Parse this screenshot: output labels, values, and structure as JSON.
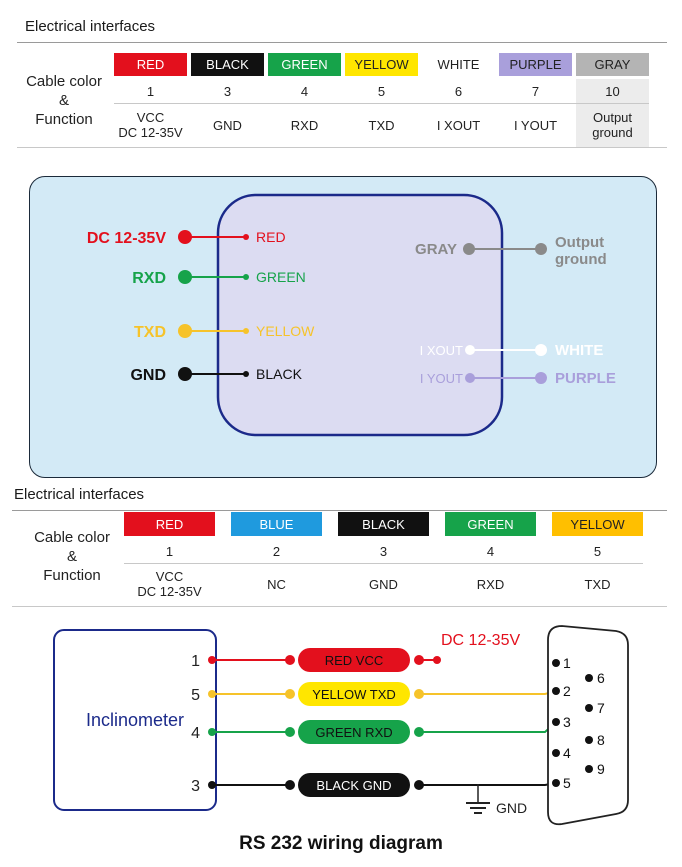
{
  "table1": {
    "title": "Electrical interfaces",
    "row_label": [
      "Cable color",
      "&",
      "Function"
    ],
    "columns": [
      {
        "color_name": "RED",
        "bg": "#e3101d",
        "fg": "#ffffff",
        "pin": "1",
        "function": [
          "VCC",
          "DC 12-35V"
        ]
      },
      {
        "color_name": "BLACK",
        "bg": "#111111",
        "fg": "#ffffff",
        "pin": "3",
        "function": [
          "GND"
        ]
      },
      {
        "color_name": "GREEN",
        "bg": "#16a34a",
        "fg": "#ffffff",
        "pin": "4",
        "function": [
          "RXD"
        ]
      },
      {
        "color_name": "YELLOW",
        "bg": "#ffe600",
        "fg": "#222222",
        "pin": "5",
        "function": [
          "TXD"
        ]
      },
      {
        "color_name": "WHITE",
        "bg": "#ffffff",
        "fg": "#222222",
        "pin": "6",
        "function": [
          "I XOUT"
        ]
      },
      {
        "color_name": "PURPLE",
        "bg": "#a99fdb",
        "fg": "#222222",
        "pin": "7",
        "function": [
          "I YOUT"
        ]
      },
      {
        "color_name": "GRAY",
        "bg": "#b4b4b4",
        "fg": "#222222",
        "pin": "10",
        "function": [
          "Output",
          "ground"
        ]
      }
    ]
  },
  "diagram1": {
    "left": [
      {
        "label": "DC 12-35V",
        "wire": "RED",
        "color": "#e3101d"
      },
      {
        "label": "RXD",
        "wire": "GREEN",
        "color": "#16a34a"
      },
      {
        "label": "TXD",
        "wire": "YELLOW",
        "color": "#f6c32a"
      },
      {
        "label": "GND",
        "wire": "BLACK",
        "color": "#111111"
      }
    ],
    "right": [
      {
        "inner": "GRAY",
        "outer": [
          "Output",
          "ground"
        ],
        "color": "#8a8a8a"
      },
      {
        "inner": "I XOUT",
        "outer": [
          "WHITE"
        ],
        "color": "#ffffff"
      },
      {
        "inner": "I YOUT",
        "outer": [
          "PURPLE"
        ],
        "color": "#a99fdb"
      }
    ]
  },
  "table2": {
    "title": "Electrical interfaces",
    "row_label": [
      "Cable color",
      "&",
      "Function"
    ],
    "columns": [
      {
        "color_name": "RED",
        "bg": "#e3101d",
        "fg": "#ffffff",
        "pin": "1",
        "function": [
          "VCC",
          "DC 12-35V"
        ]
      },
      {
        "color_name": "BLUE",
        "bg": "#1f9ade",
        "fg": "#ffffff",
        "pin": "2",
        "function": [
          "NC"
        ]
      },
      {
        "color_name": "BLACK",
        "bg": "#111111",
        "fg": "#ffffff",
        "pin": "3",
        "function": [
          "GND"
        ]
      },
      {
        "color_name": "GREEN",
        "bg": "#16a34a",
        "fg": "#ffffff",
        "pin": "4",
        "function": [
          "RXD"
        ]
      },
      {
        "color_name": "YELLOW",
        "bg": "#ffbf00",
        "fg": "#222222",
        "pin": "5",
        "function": [
          "TXD"
        ]
      }
    ]
  },
  "rs232": {
    "device": "Inclinometer",
    "wires": [
      {
        "pin": "1",
        "label": "RED  VCC",
        "color": "#e3101d",
        "pill": "#e3101d",
        "text": "#111111"
      },
      {
        "pin": "5",
        "label": "YELLOW  TXD",
        "color": "#f6c32a",
        "pill": "#ffe600",
        "text": "#111111"
      },
      {
        "pin": "4",
        "label": "GREEN RXD",
        "color": "#16a34a",
        "pill": "#16a34a",
        "text": "#111111"
      },
      {
        "pin": "3",
        "label": "BLACK  GND",
        "color": "#111111",
        "pill": "#111111",
        "text": "#ffffff"
      }
    ],
    "supply_label": "DC 12-35V",
    "gnd_label": "GND",
    "db9_left": [
      "1",
      "2",
      "3",
      "4",
      "5"
    ],
    "db9_right": [
      "6",
      "7",
      "8",
      "9"
    ],
    "caption": "RS 232 wiring diagram"
  }
}
